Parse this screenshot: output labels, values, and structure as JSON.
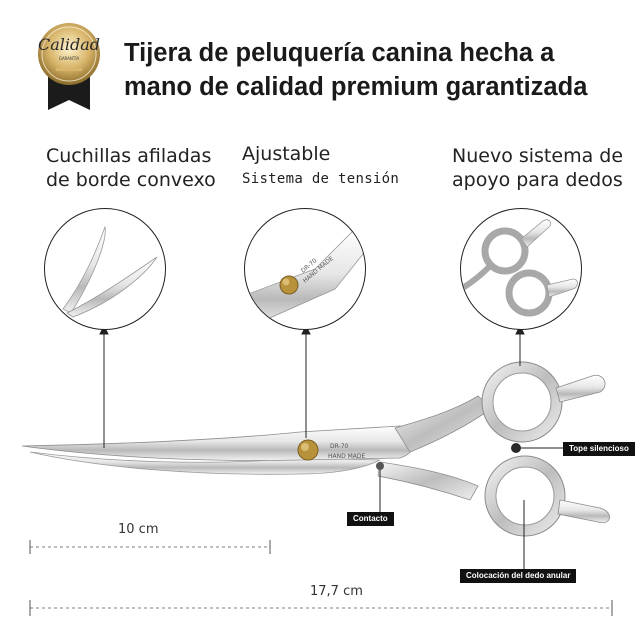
{
  "badge": {
    "script_text": "Calidad",
    "small_text": "GARANTÍA",
    "colors": {
      "gold": "#c9a45a",
      "dark": "#1b1b1b"
    }
  },
  "headline": "Tijera de peluquería canina hecha a mano de calidad premium garantizada",
  "features": [
    {
      "lines": [
        "Cuchillas afiladas",
        "de borde convexo"
      ]
    },
    {
      "lines": [
        "Ajustable",
        "Sistema de tensión"
      ]
    },
    {
      "lines": [
        "Nuevo sistema de",
        "apoyo para dedos"
      ]
    }
  ],
  "engraving": {
    "model": "DR-70",
    "label": "HAND MADE"
  },
  "callouts": {
    "tope": "Tope silencioso",
    "contacto": "Contacto",
    "anular": "Colocación del dedo anular"
  },
  "measurements": {
    "short": "10 cm",
    "long": "17,7 cm"
  },
  "colors": {
    "steel_light": "#f4f4f4",
    "steel_mid": "#c8c8c8",
    "steel_dark": "#8a8a8a",
    "screw_gold": "#b8923a",
    "line": "#222222"
  }
}
